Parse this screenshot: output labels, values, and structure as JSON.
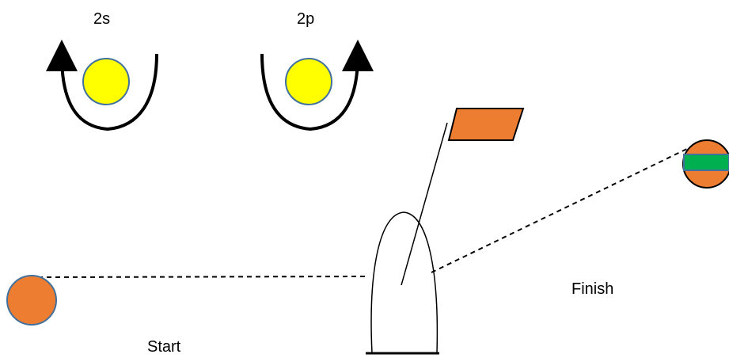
{
  "labels": {
    "penalty_starboard": "2s",
    "penalty_port": "2p",
    "start": "Start",
    "finish": "Finish"
  },
  "colors": {
    "mark_orange": "#ED7D31",
    "mark_yellow": "#FFFF00",
    "mark_outline": "#41719C",
    "finish_band_green": "#00B050",
    "line": "#000000",
    "background": "#FFFFFF"
  }
}
